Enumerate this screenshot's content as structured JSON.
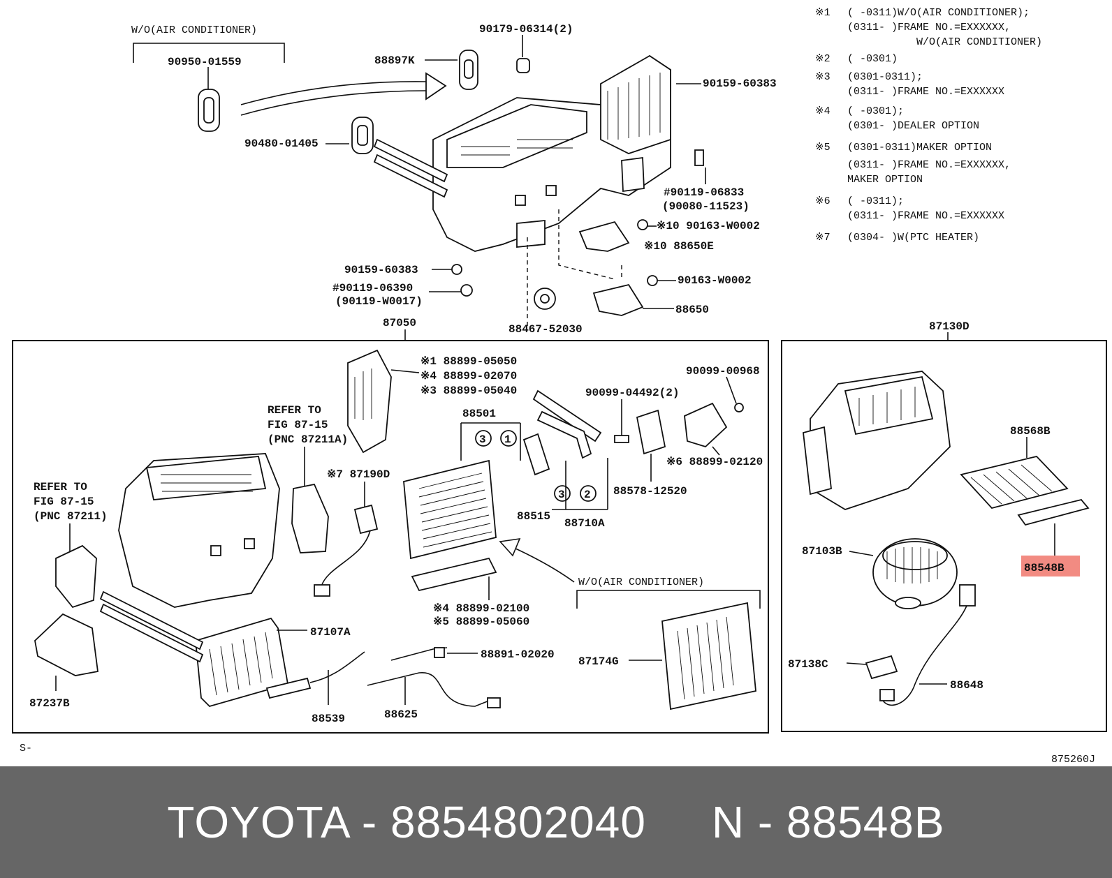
{
  "top_group": {
    "wo_ac_label": "W/O(AIR CONDITIONER)",
    "labels": [
      "90950-01559",
      "90179-06314(2)",
      "88897K",
      "90159-60383",
      "90480-01405",
      "#90119-06833",
      "(90080-11523)",
      "※10 90163-W0002",
      "※10 88650E",
      "90159-60383",
      "#90119-06390",
      "(90119-W0017)",
      "90163-W0002",
      "88650",
      "88467-52030"
    ]
  },
  "notes": [
    {
      "mark": "※1",
      "lines": [
        "(      -0311)W/O(AIR CONDITIONER);",
        "(0311-     )FRAME NO.=EXXXXXX,",
        "           W/O(AIR CONDITIONER)"
      ]
    },
    {
      "mark": "※2",
      "lines": [
        "(      -0301)"
      ]
    },
    {
      "mark": "※3",
      "lines": [
        "(0301-0311);",
        "(0311-     )FRAME NO.=EXXXXXX"
      ]
    },
    {
      "mark": "※4",
      "lines": [
        "(      -0301);",
        "(0301-     )DEALER OPTION"
      ]
    },
    {
      "mark": "※5",
      "lines": [
        "(0301-0311)MAKER OPTION",
        "(0311-     )FRAME NO.=EXXXXXX,",
        "           MAKER OPTION"
      ]
    },
    {
      "mark": "※6",
      "lines": [
        "(      -0311);",
        "(0311-     )FRAME NO.=EXXXXXX"
      ]
    },
    {
      "mark": "※7",
      "lines": [
        "(0304-     )W(PTC HEATER)"
      ]
    }
  ],
  "box_left": {
    "title": "87050",
    "labels": [
      "※1 88899-05050",
      "※4 88899-02070",
      "※3 88899-05040",
      "88501",
      "90099-04492(2)",
      "90099-00968",
      "REFER TO",
      "FIG 87-15",
      "(PNC 87211A)",
      "※7 87190D",
      "REFER TO",
      "FIG 87-15",
      "(PNC 87211)",
      "88515",
      "88710A",
      "88578-12520",
      "※6 88899-02120",
      "W/O(AIR CONDITIONER)",
      "※4 88899-02100",
      "※5 88899-05060",
      "87107A",
      "88891-02020",
      "87174G",
      "87237B",
      "88539",
      "88625"
    ],
    "circles": [
      "3",
      "1",
      "3",
      "2"
    ]
  },
  "box_right": {
    "title": "87130D",
    "labels": [
      "88568B",
      "87103B",
      "88548B",
      "87138C",
      "88648"
    ],
    "highlight": "88548B"
  },
  "corner_left": "S-",
  "corner_right": "875260J",
  "footer": {
    "brand": "TOYOTA",
    "sep1": " - ",
    "part_number": "8854802040",
    "gap": "     ",
    "n_label": "N",
    "sep2": " - ",
    "pnc": "88548B"
  },
  "colors": {
    "highlight": "#f28b82",
    "footer_bg": "#666666",
    "footer_text": "#ffffff"
  }
}
